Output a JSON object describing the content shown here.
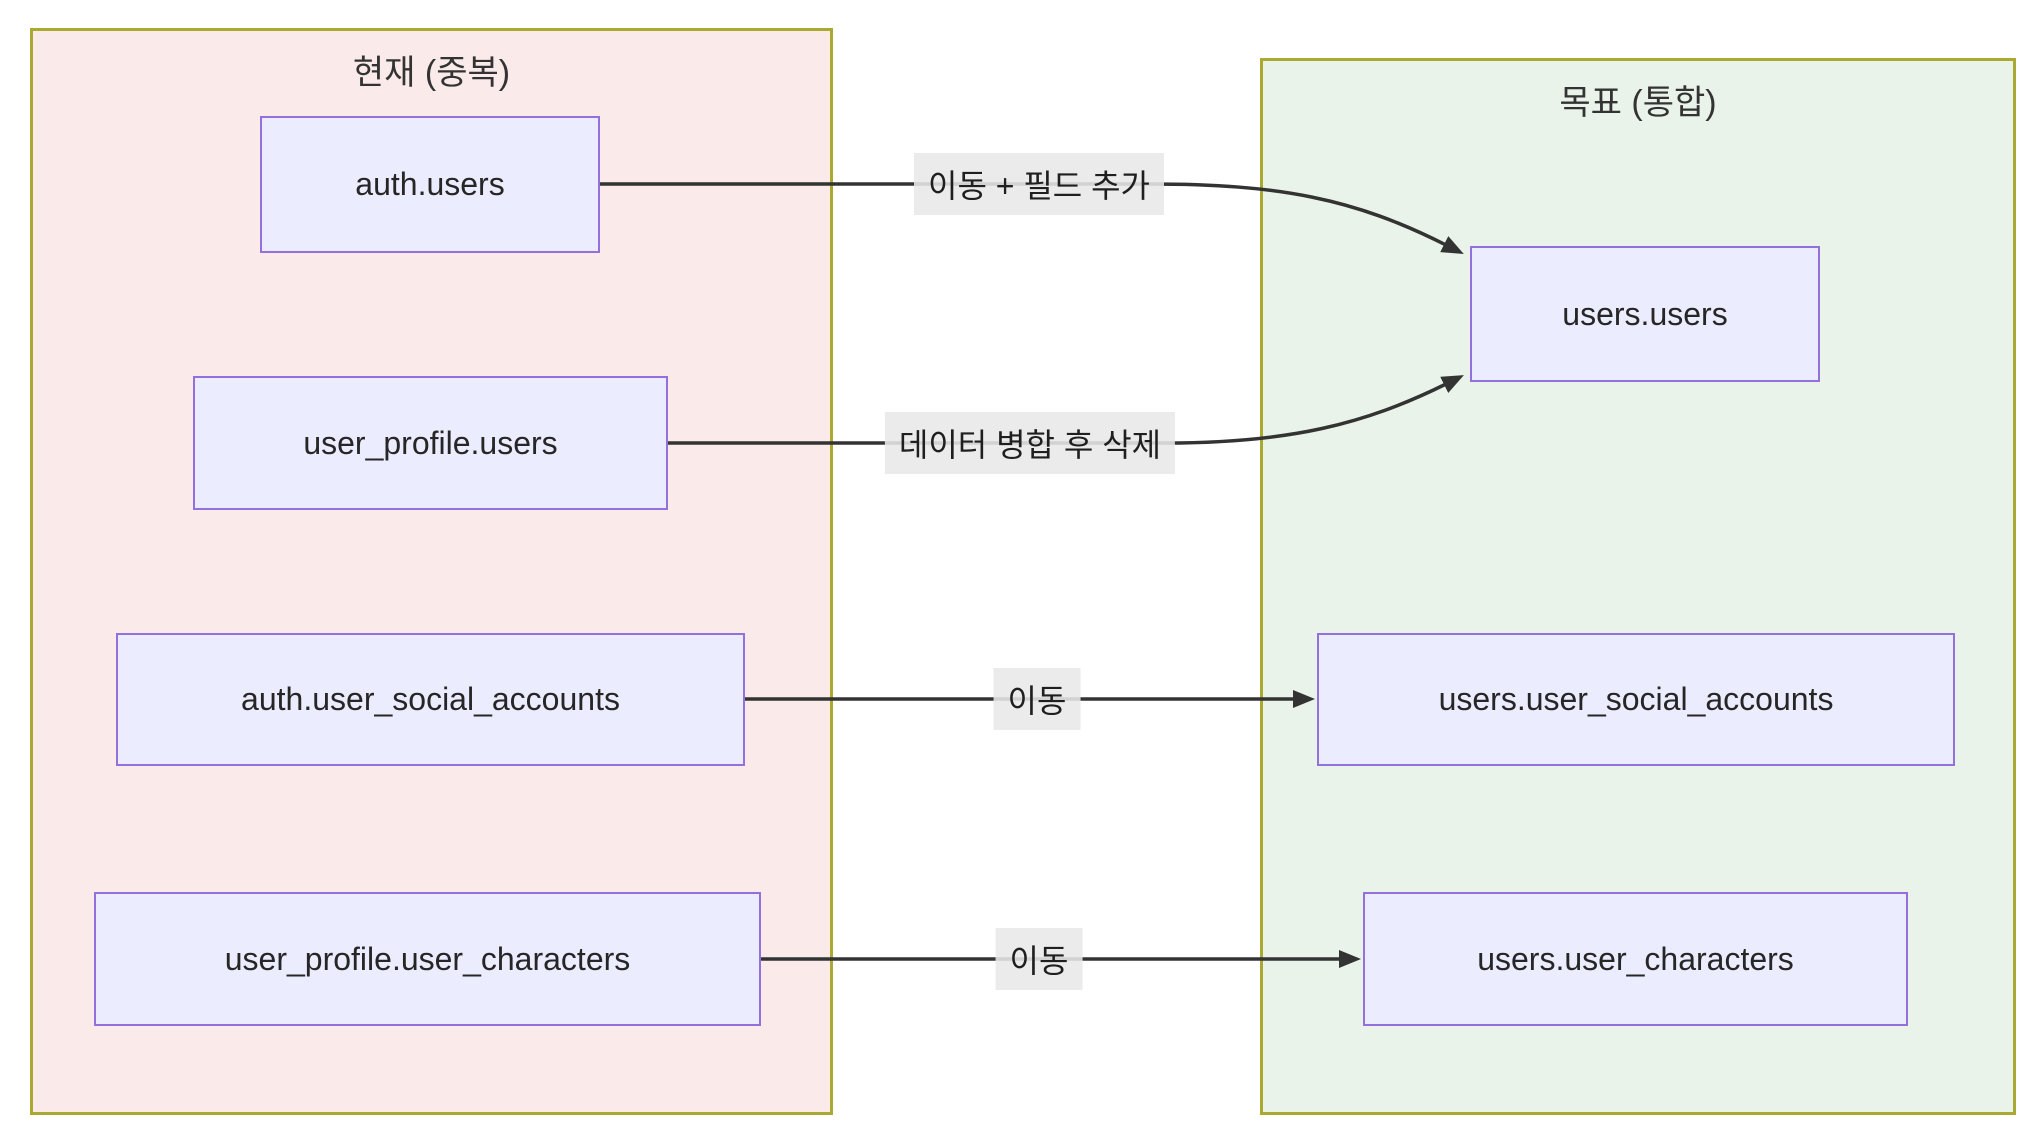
{
  "diagram": {
    "type": "flowchart",
    "clusters": [
      {
        "id": "current",
        "title": "현재 (중복)"
      },
      {
        "id": "target",
        "title": "목표 (통합)"
      }
    ],
    "nodes": [
      {
        "id": "auth_users",
        "cluster": "current",
        "label": "auth.users"
      },
      {
        "id": "user_profile_users",
        "cluster": "current",
        "label": "user_profile.users"
      },
      {
        "id": "auth_user_social_accounts",
        "cluster": "current",
        "label": "auth.user_social_accounts"
      },
      {
        "id": "user_profile_user_characters",
        "cluster": "current",
        "label": "user_profile.user_characters"
      },
      {
        "id": "users_users",
        "cluster": "target",
        "label": "users.users"
      },
      {
        "id": "users_user_social_accounts",
        "cluster": "target",
        "label": "users.user_social_accounts"
      },
      {
        "id": "users_user_characters",
        "cluster": "target",
        "label": "users.user_characters"
      }
    ],
    "edges": [
      {
        "from": "auth_users",
        "to": "users_users",
        "label": "이동 + 필드 추가"
      },
      {
        "from": "user_profile_users",
        "to": "users_users",
        "label": "데이터 병합 후 삭제"
      },
      {
        "from": "auth_user_social_accounts",
        "to": "users_user_social_accounts",
        "label": "이동"
      },
      {
        "from": "user_profile_user_characters",
        "to": "users_user_characters",
        "label": "이동"
      }
    ],
    "colors": {
      "current_cluster_fill": "#fbeaea",
      "target_cluster_fill": "#e9f3e9",
      "cluster_border": "#aaaa33",
      "node_fill": "#ececff",
      "node_border": "#9370db",
      "edge_stroke": "#333333",
      "edge_label_bg": "#e8e8e8",
      "text": "#333333"
    }
  }
}
